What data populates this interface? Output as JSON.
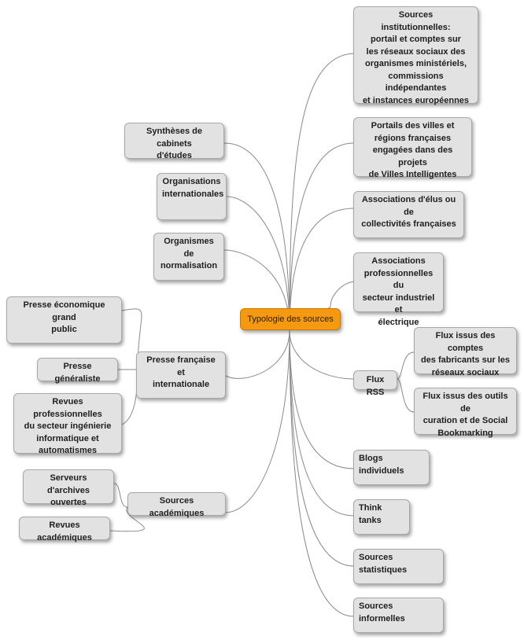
{
  "diagram": {
    "central_topic": "Typologie des sources",
    "nodes": {
      "sources_institutionnelles": "Sources\ninstitutionnelles:\nportail et comptes sur\nles réseaux sociaux des\norganismes ministériels,\ncommissions indépendantes\net instances européennes",
      "portails_villes": "Portails des villes et\nrégions françaises\nengagées dans des projets\nde Villes Intelligentes",
      "associations_elus": "Associations d'élus ou de\ncollectivités françaises",
      "associations_professionnelles": "Associations\nprofessionnelles du\nsecteur industriel et\nélectrique",
      "flux_rss": "Flux RSS",
      "flux_fabricants": "Flux issus des comptes\ndes fabricants sur les\nréseaux sociaux",
      "flux_curation": "Flux issus des outils de\ncuration et de Social\nBookmarking",
      "blogs": "Blogs individuels",
      "think_tanks": "Think tanks",
      "sources_statistiques": "Sources statistiques",
      "sources_informelles": "Sources informelles",
      "syntheses_cabinets": "Synthèses de cabinets\nd'études",
      "organisations_internationales": "Organisations\ninternationales",
      "organismes_normalisation": "Organismes de\nnormalisation",
      "presse_francaise": "Presse française et\ninternationale",
      "presse_economique": "Presse économique grand\npublic",
      "presse_generaliste": "Presse généraliste",
      "revues_professionnelles": "Revues professionnelles\ndu secteur ingénierie\ninformatique et\nautomatismes",
      "sources_academiques": "Sources académiques",
      "serveurs_archives": "Serveurs d'archives\nouvertes",
      "revues_academiques": "Revues académiques"
    },
    "colors": {
      "root_fill": "#f59a10",
      "node_fill": "#e2e2e2",
      "node_border": "#a8a8a8",
      "edge": "#8a8a8a"
    }
  }
}
